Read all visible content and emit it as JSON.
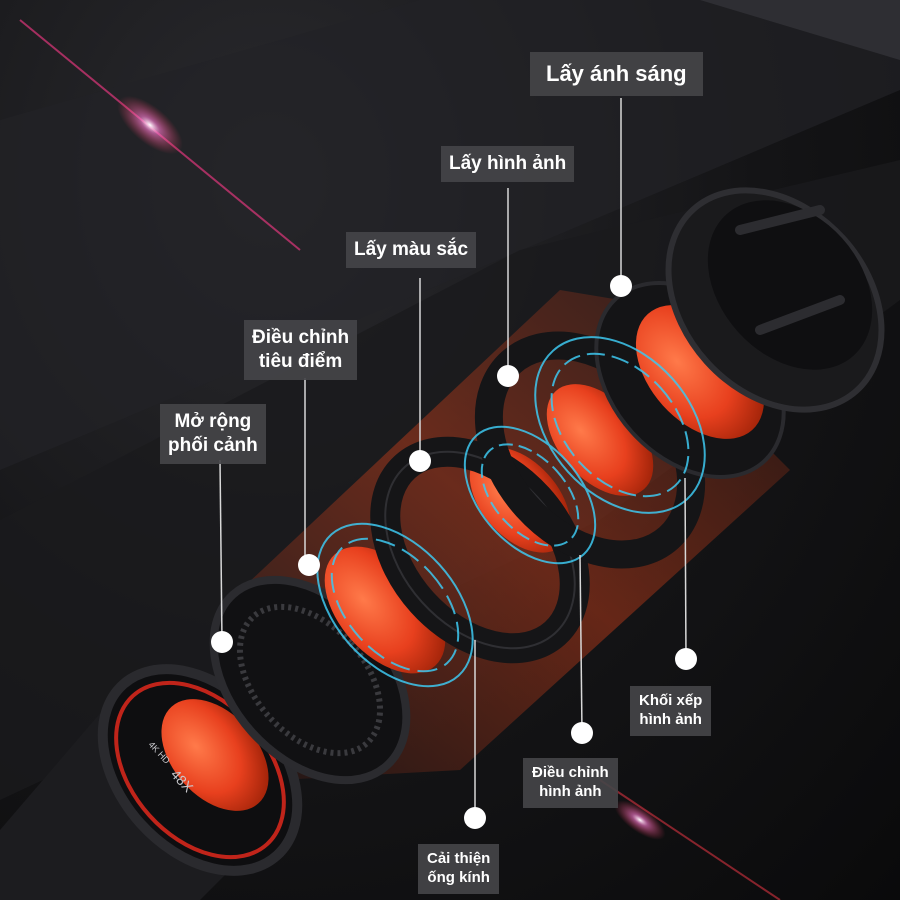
{
  "labels": {
    "light_capture": "Lấy ánh sáng",
    "image_capture": "Lấy hình ảnh",
    "color_capture": "Lấy màu sắc",
    "focus_adjust": [
      "Điều chỉnh",
      "tiêu điểm"
    ],
    "perspective_expand": [
      "Mở rộng",
      "phối cảnh"
    ],
    "image_stack": [
      "Khối xếp",
      "hình ảnh"
    ],
    "image_adjust": [
      "Điều chỉnh",
      "hình ảnh"
    ],
    "lens_improve": [
      "Cải thiện",
      "ống kính"
    ]
  },
  "lens_markings": {
    "zoom": "48X",
    "spec": "4K HD"
  },
  "colors": {
    "lens_red": "#e8401e",
    "ring_black": "#151517",
    "callout_bg": "#444448",
    "hologram": "#3ec8f0",
    "glow": "#ff5a2a"
  }
}
